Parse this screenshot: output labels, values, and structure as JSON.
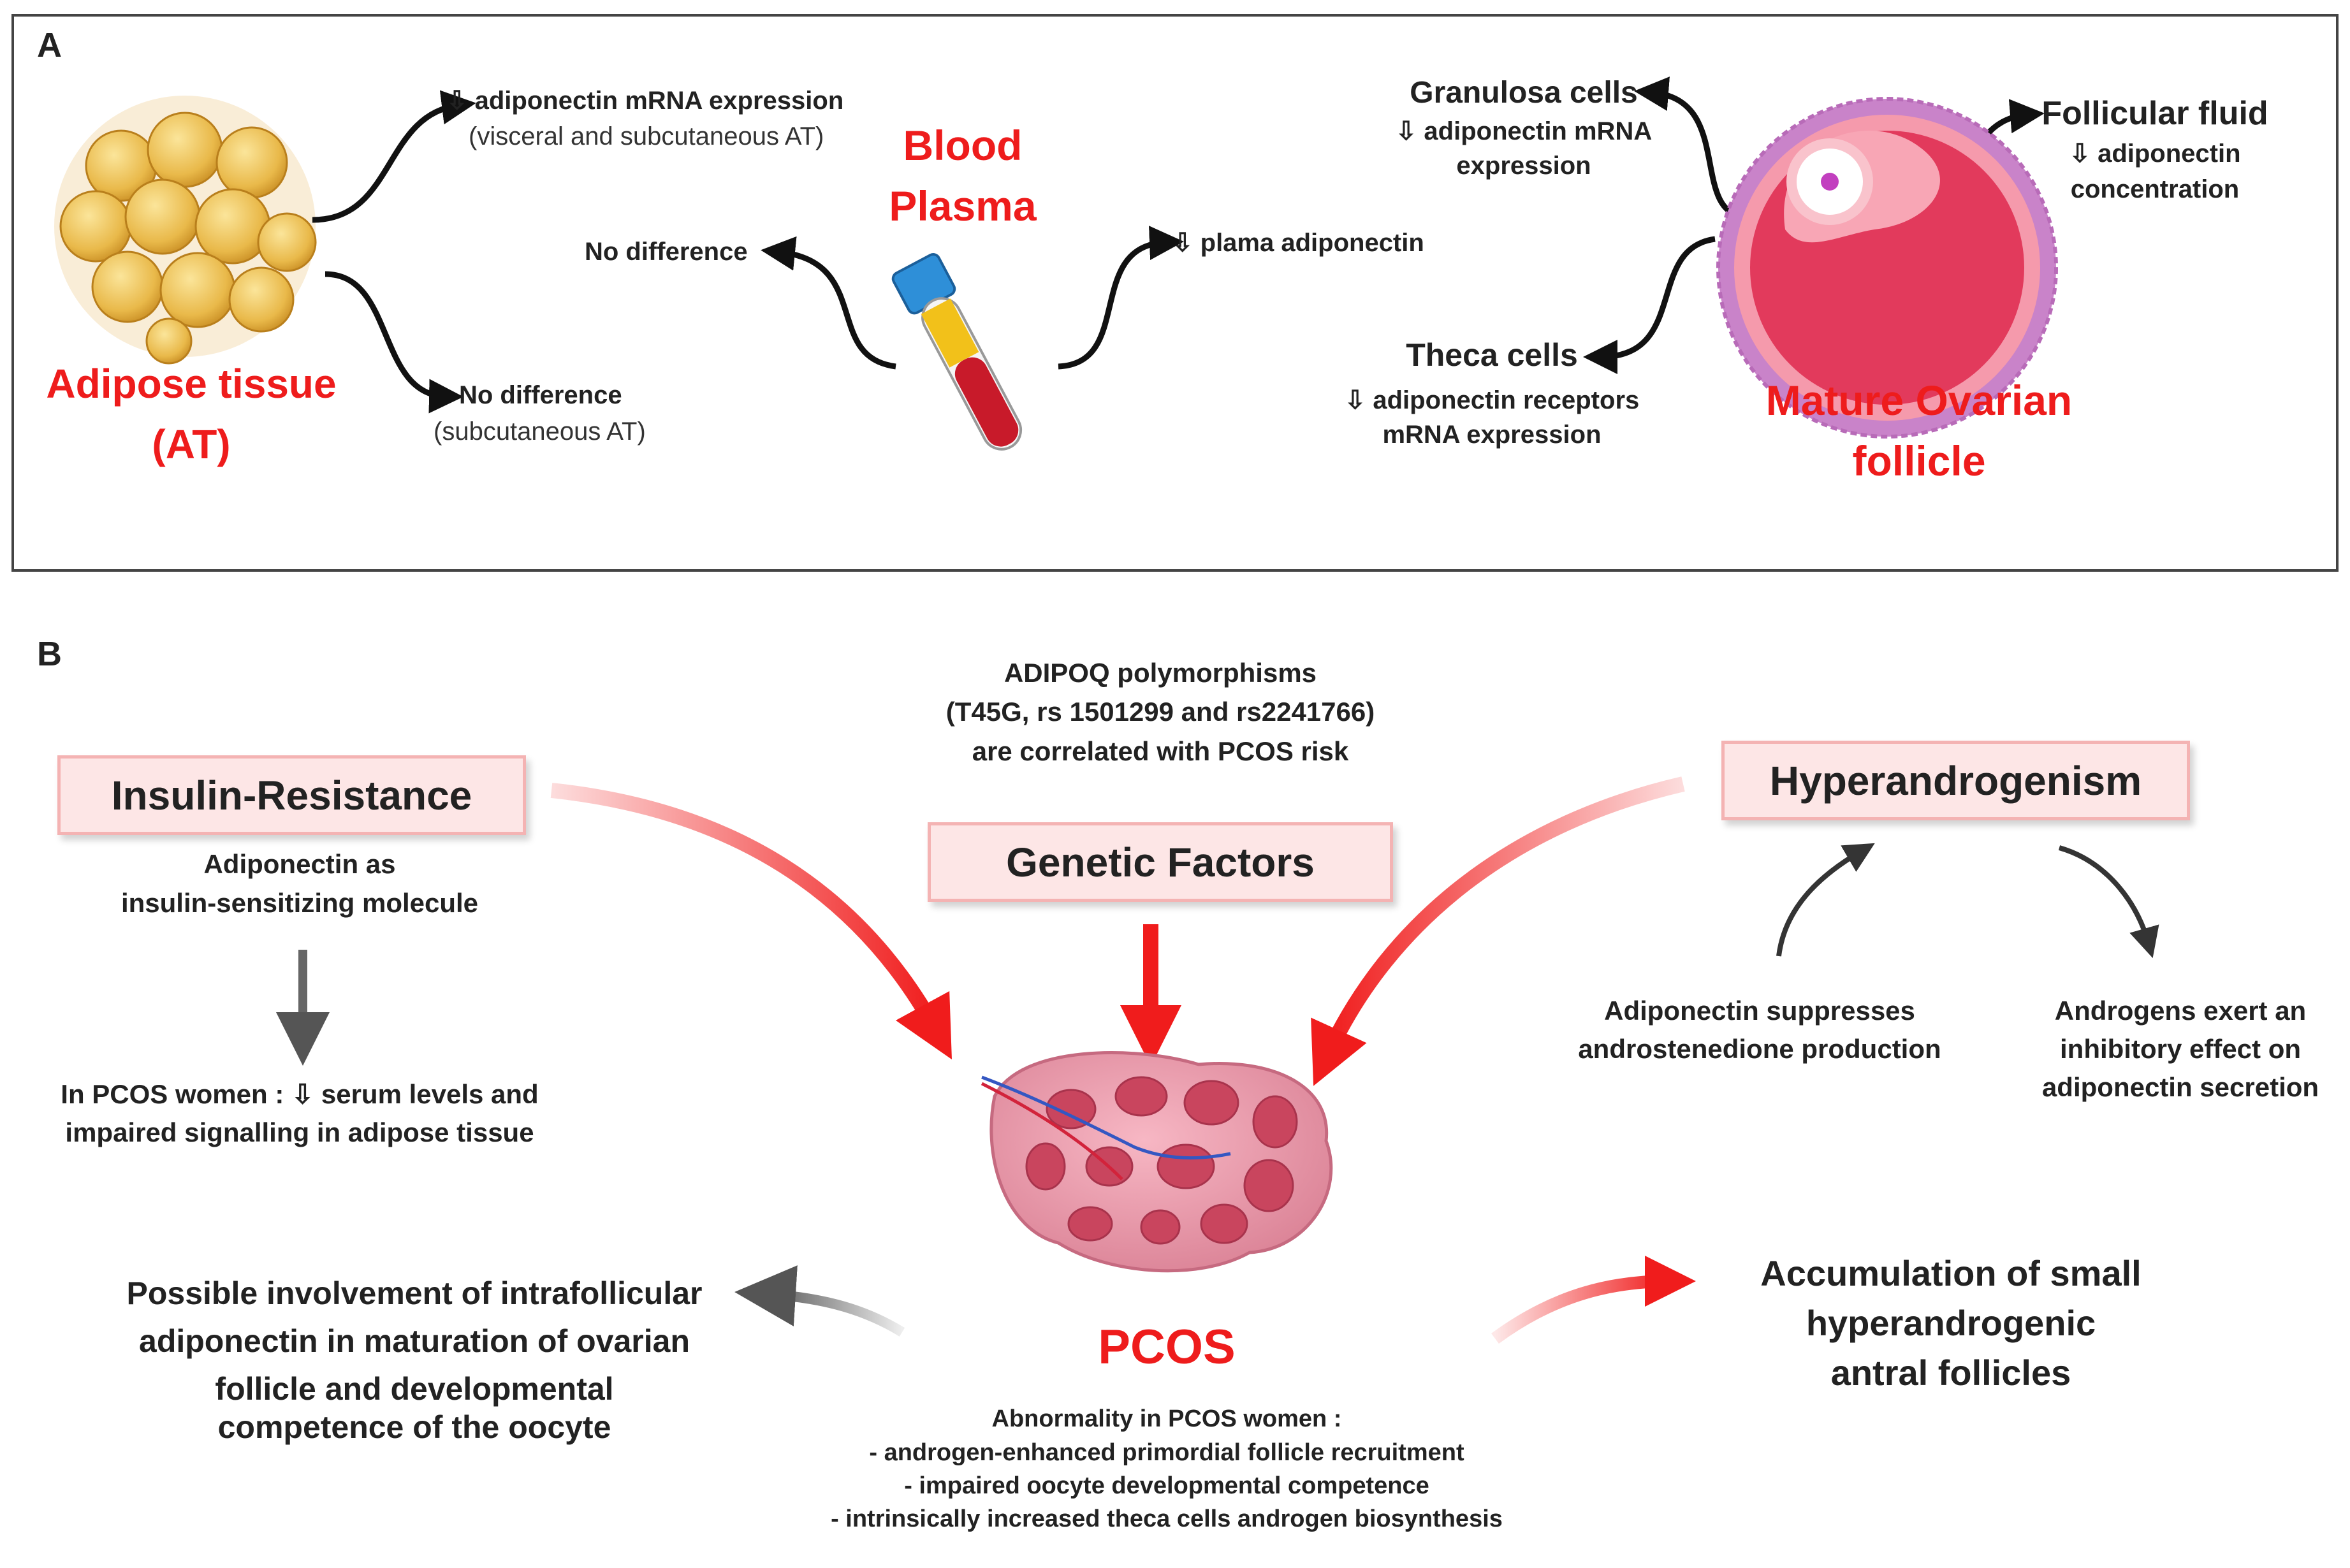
{
  "panel_a": {
    "letter": "A",
    "adipose": {
      "title1": "Adipose tissue",
      "title2": "(AT)"
    },
    "up_arrow": {
      "label": "⇩ adiponectin mRNA expression",
      "sub": "(visceral and subcutaneous AT)"
    },
    "down_arrow": {
      "label": "No difference",
      "sub": "(subcutaneous AT)"
    },
    "blood": {
      "title1": "Blood",
      "title2": "Plasma",
      "left_label": "No difference",
      "right_label": "⇩ plama adiponectin"
    },
    "follicle": {
      "title1": "Mature Ovarian",
      "title2": "follicle",
      "granulosa": {
        "title": "Granulosa cells",
        "l1": "⇩ adiponectin mRNA",
        "l2": "expression"
      },
      "fluid": {
        "title": "Follicular fluid",
        "l1": "⇩ adiponectin",
        "l2": "concentration"
      },
      "theca": {
        "title": "Theca cells",
        "l1": "⇩ adiponectin receptors",
        "l2": "mRNA expression"
      }
    }
  },
  "panel_b": {
    "letter": "B",
    "genetic_note": {
      "l1": "ADIPOQ polymorphisms",
      "l2": "(T45G, rs 1501299 and rs2241766)",
      "l3": "are correlated with PCOS risk"
    },
    "boxes": {
      "insulin": "Insulin-Resistance",
      "genetic": "Genetic Factors",
      "hyper": "Hyperandrogenism"
    },
    "insulin_note": {
      "l1": "Adiponectin as",
      "l2": "insulin-sensitizing molecule"
    },
    "pcos_women": {
      "l1": "In PCOS women : ⇩ serum levels and",
      "l2": "impaired signalling in adipose tissue"
    },
    "hyper_left": {
      "l1": "Adiponectin suppresses",
      "l2": "androstenedione production"
    },
    "hyper_right": {
      "l1": "Androgens exert an",
      "l2": "inhibitory effect on",
      "l3": "adiponectin secretion"
    },
    "pcos_label": "PCOS",
    "involvement": {
      "l1": "Possible involvement of intrafollicular",
      "l2": "adiponectin in maturation of ovarian",
      "l3": "follicle and developmental",
      "l4": "competence of the oocyte"
    },
    "accumulation": {
      "l1": "Accumulation of small",
      "l2": "hyperandrogenic",
      "l3": "antral follicles"
    },
    "abnormality": {
      "title": "Abnormality in PCOS women :",
      "items": [
        "- androgen-enhanced primordial follicle recruitment",
        "- impaired oocyte developmental competence",
        "- intrinsically increased theca cells androgen biosynthesis"
      ]
    }
  },
  "colors": {
    "accent_red": "#ee1c1c",
    "box_fill": "#fde6e6",
    "box_border": "#f4b3b3"
  }
}
